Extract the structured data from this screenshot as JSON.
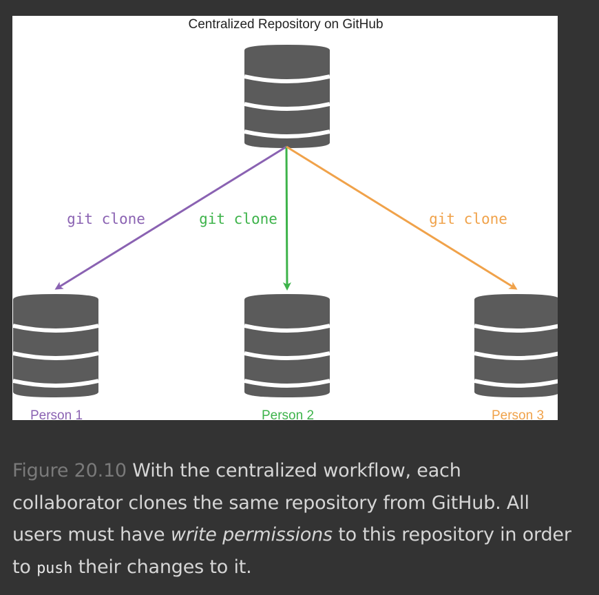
{
  "diagram": {
    "title": "Centralized Repository on GitHub",
    "central": {
      "icon": "database-icon"
    },
    "colors": {
      "purple": "#8a62b2",
      "green": "#3db34a",
      "orange": "#f0a24a",
      "db": "#5b5b5b"
    },
    "edges": [
      {
        "label": "git clone",
        "color": "#8a62b2"
      },
      {
        "label": "git clone",
        "color": "#3db34a"
      },
      {
        "label": "git clone",
        "color": "#f0a24a"
      }
    ],
    "persons": [
      {
        "label": "Person 1",
        "color": "#8a62b2",
        "icon": "database-icon"
      },
      {
        "label": "Person 2",
        "color": "#3db34a",
        "icon": "database-icon"
      },
      {
        "label": "Person 3",
        "color": "#f0a24a",
        "icon": "database-icon"
      }
    ]
  },
  "caption": {
    "figure_number": "Figure 20.10",
    "text_1": " With the centralized workflow, each collaborator clones the same repository from GitHub. All users must have ",
    "emphasis": "write permissions",
    "text_2": " to this repository in order to ",
    "code": "push",
    "text_3": " their changes to it."
  }
}
